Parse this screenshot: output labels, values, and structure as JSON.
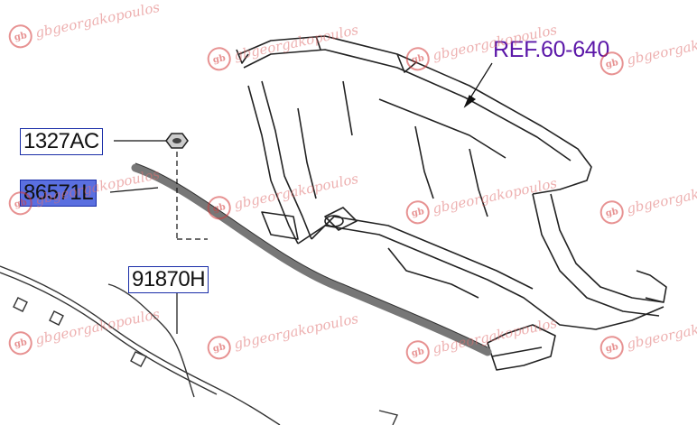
{
  "diagram": {
    "callouts": [
      {
        "id": "c1",
        "label": "1327AC",
        "highlighted": false
      },
      {
        "id": "c2",
        "label": "86571L",
        "highlighted": true
      },
      {
        "id": "c3",
        "label": "91870H",
        "highlighted": false
      }
    ],
    "reference_label": "REF.60-640",
    "watermark_text": "gbgeorgakopoulos",
    "colors": {
      "callout_border": "#1a2ea8",
      "callout_highlight": "#5a6fe0",
      "reference_text": "#5b17a8",
      "strip": "#777777",
      "line_art": "#222222",
      "watermark": "#e07070"
    }
  }
}
